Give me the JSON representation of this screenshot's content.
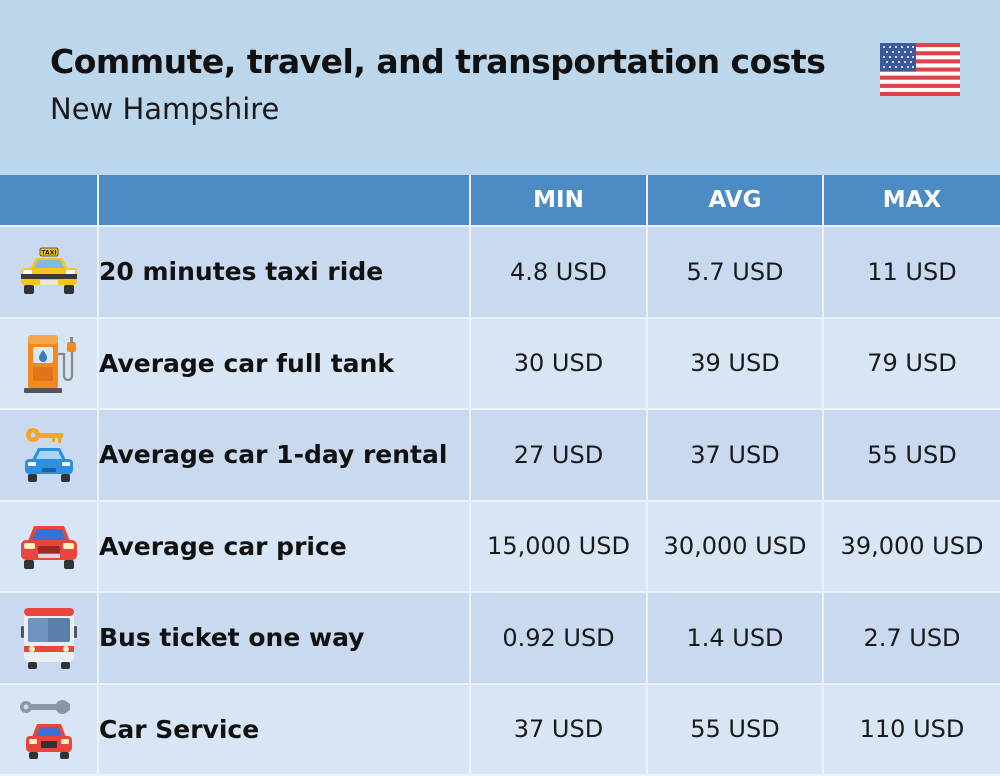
{
  "header": {
    "title": "Commute, travel, and transportation costs",
    "subtitle": "New Hampshire",
    "flag": "us-flag-icon"
  },
  "colors": {
    "background": "#bcd6ec",
    "header_row": "#4d8bc4",
    "row_odd": "#c9daf0",
    "row_even": "#d8e5f4"
  },
  "table": {
    "columns": [
      "",
      "",
      "MIN",
      "AVG",
      "MAX"
    ],
    "rows": [
      {
        "icon": "taxi-icon",
        "label": "20 minutes taxi ride",
        "min": "4.8 USD",
        "avg": "5.7 USD",
        "max": "11 USD"
      },
      {
        "icon": "fuel-pump-icon",
        "label": "Average car full tank",
        "min": "30 USD",
        "avg": "39 USD",
        "max": "79 USD"
      },
      {
        "icon": "car-rental-key-icon",
        "label": "Average car 1-day rental",
        "min": "27 USD",
        "avg": "37 USD",
        "max": "55 USD"
      },
      {
        "icon": "car-icon",
        "label": "Average car price",
        "min": "15,000 USD",
        "avg": "30,000 USD",
        "max": "39,000 USD"
      },
      {
        "icon": "bus-icon",
        "label": "Bus ticket one way",
        "min": "0.92 USD",
        "avg": "1.4 USD",
        "max": "2.7 USD"
      },
      {
        "icon": "car-service-wrench-icon",
        "label": "Car Service",
        "min": "37 USD",
        "avg": "55 USD",
        "max": "110 USD"
      }
    ]
  },
  "icons": {
    "taxi_sign": "TAXI"
  }
}
